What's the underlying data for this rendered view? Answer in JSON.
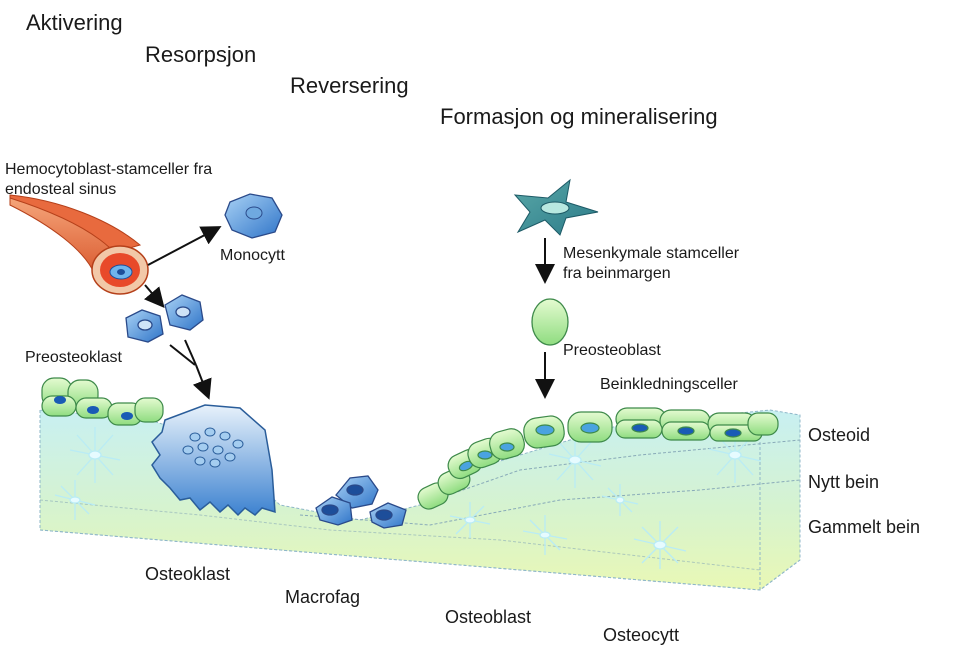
{
  "phases": {
    "activation": "Aktivering",
    "resorption": "Resorpsjon",
    "reversal": "Reversering",
    "formation": "Formasjon og mineralisering"
  },
  "labels": {
    "hemocyto_line1": "Hemocytoblast-stamceller fra",
    "hemocyto_line2": "endosteal sinus",
    "monocyte": "Monocytt",
    "preosteoclast": "Preosteoklast",
    "msc_line1": "Mesenkymale stamceller",
    "msc_line2": "fra beinmargen",
    "preosteoblast": "Preosteoblast",
    "lining_cells": "Beinkledningsceller",
    "osteoid": "Osteoid",
    "new_bone": "Nytt bein",
    "old_bone": "Gammelt bein",
    "osteoclast": "Osteoklast",
    "macrophage": "Macrofag",
    "osteoblast": "Osteoblast",
    "osteocyte": "Osteocytt"
  }
}
